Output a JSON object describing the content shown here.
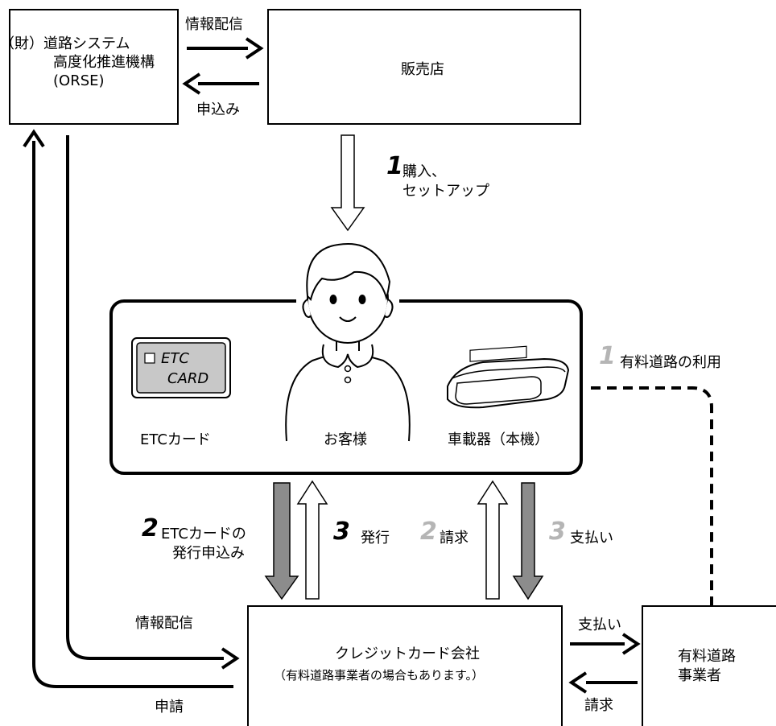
{
  "orse": {
    "line1": "（財）道路システム",
    "line2": "高度化推進機構",
    "line3": "(ORSE)"
  },
  "shop": "販売店",
  "info_delivery_top": "情報配信",
  "apply_top": "申込み",
  "step1_num": "1",
  "step1_line1": "購入、",
  "step1_line2": "セットアップ",
  "etc_card_label_1": "ETC",
  "etc_card_label_2": "CARD",
  "etc_card_caption": "ETCカード",
  "customer_caption": "お客様",
  "device_caption": "車載器（本機）",
  "toll_use_num": "1",
  "toll_use": "有料道路の利用",
  "step2_num": "2",
  "step2_line1": "ETCカードの",
  "step2_line2": "発行申込み",
  "step3_num": "3",
  "step3_issue": "発行",
  "bill_num": "2",
  "bill": "請求",
  "pay_num": "3",
  "pay": "支払い",
  "card_company_line1": "クレジットカード会社",
  "card_company_line2": "（有料道路事業者の場合もあります。）",
  "toll_operator_line1": "有料道路",
  "toll_operator_line2": "事業者",
  "info_delivery_bottom": "情報配信",
  "application_bottom": "申請",
  "pay_right": "支払い",
  "bill_right": "請求",
  "colors": {
    "gray_arrow": "#8c8c8c",
    "light_num": "#b5b5b5",
    "card_fill": "#c8c8c8"
  }
}
